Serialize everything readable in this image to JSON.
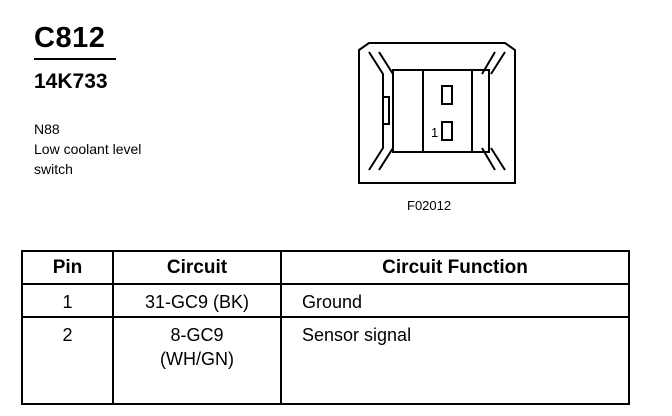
{
  "header": {
    "connector_id": "C812",
    "part_number": "14K733",
    "description_code": "N88",
    "description_lines": [
      "Low coolant level",
      "switch"
    ]
  },
  "figure": {
    "code": "F02012",
    "pin_labels": [
      "1"
    ]
  },
  "table": {
    "headers": [
      "Pin",
      "Circuit",
      "Circuit Function"
    ],
    "rows": [
      {
        "pin": "1",
        "circuit_lines": [
          "31-GC9 (BK)"
        ],
        "function": "Ground"
      },
      {
        "pin": "2",
        "circuit_lines": [
          "8-GC9",
          "(WH/GN)"
        ],
        "function": "Sensor signal"
      }
    ]
  }
}
